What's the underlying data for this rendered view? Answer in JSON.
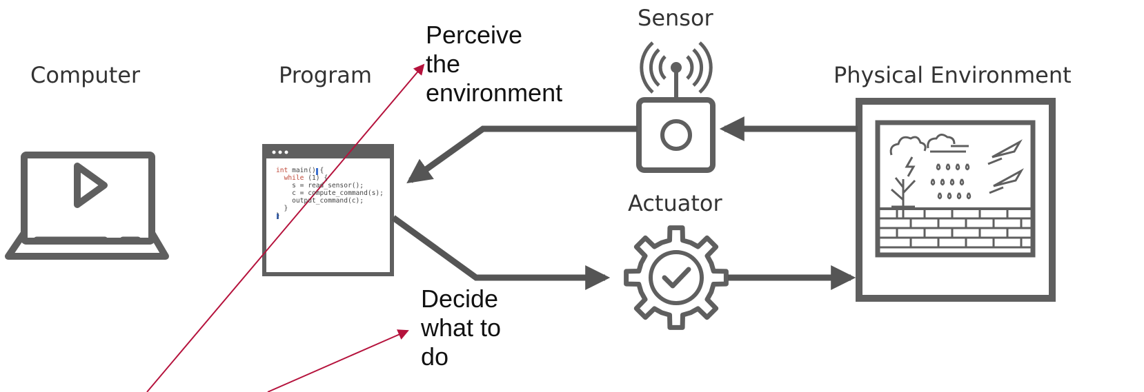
{
  "labels": {
    "computer": "Computer",
    "program": "Program",
    "sensor": "Sensor",
    "actuator": "Actuator",
    "physical_environment": "Physical Environment"
  },
  "annotations": {
    "perceive": "Perceive\nthe\nenvironment",
    "decide": "Decide\nwhat to\ndo"
  },
  "code_lines": [
    "int main() {",
    "  while (1) {",
    "    s = read_sensor();",
    "    c = compute_command(s);",
    "    output_command(c);",
    "  }",
    "}"
  ],
  "colors": {
    "icon_gray": "#5f5f5f",
    "arrow_gray": "#555555",
    "annotation_red": "#b5123c",
    "text": "#333333"
  }
}
